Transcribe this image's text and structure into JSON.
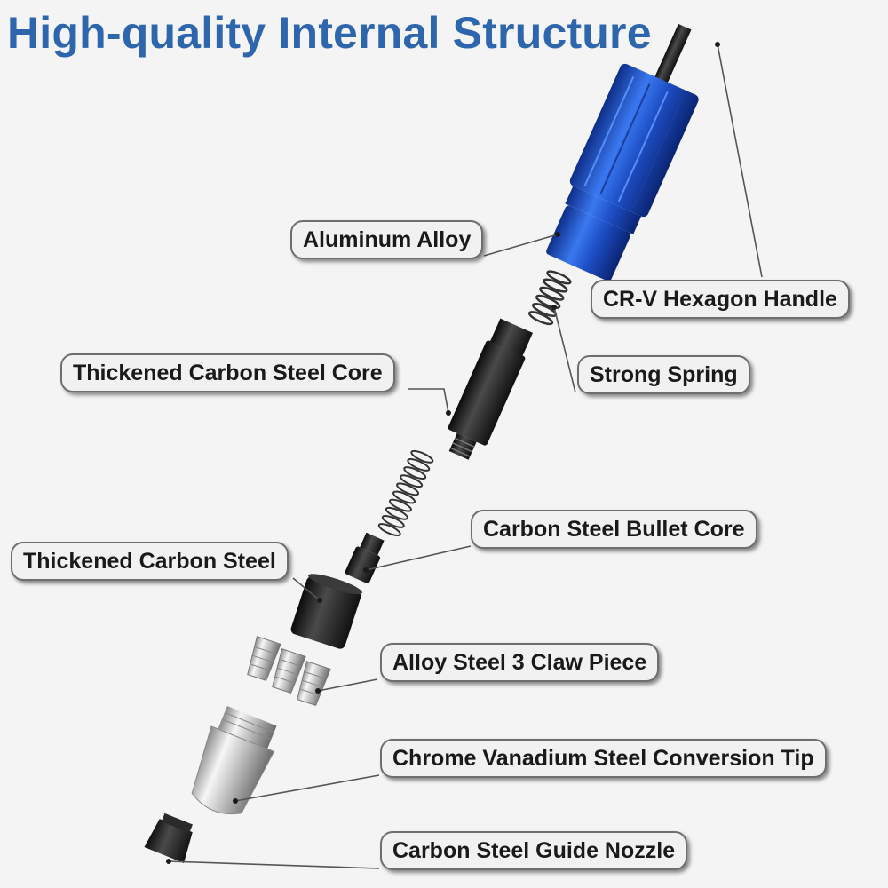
{
  "title": "High-quality Internal Structure",
  "colors": {
    "title": "#2e66ad",
    "aluminum_body": "#1f4fc8",
    "steel_dark": "#222222",
    "chrome": "#c9c9c9",
    "leader_line": "#555555"
  },
  "labels": {
    "aluminum_alloy": "Aluminum Alloy",
    "crv_hexagon_handle": "CR-V Hexagon Handle",
    "thickened_carbon_steel_core": "Thickened Carbon Steel Core",
    "strong_spring": "Strong Spring",
    "carbon_steel_bullet_core": "Carbon Steel Bullet Core",
    "thickened_carbon_steel": "Thickened Carbon Steel",
    "alloy_steel_3_claw_piece": "Alloy Steel 3 Claw Piece",
    "chrome_vanadium_conversion_tip": "Chrome Vanadium Steel Conversion Tip",
    "carbon_steel_guide_nozzle": "Carbon Steel Guide Nozzle"
  }
}
